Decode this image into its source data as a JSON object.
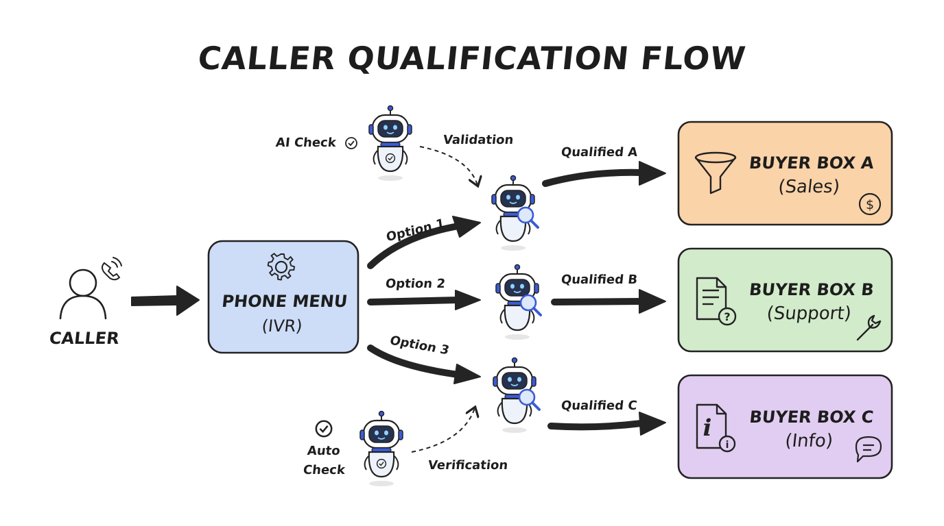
{
  "title": "CALLER QUALIFICATION FLOW",
  "caller": {
    "label": "CALLER",
    "icon": "person-phone-icon"
  },
  "ivr": {
    "line1": "PHONE MENU",
    "line2": "(IVR)",
    "icon": "gear-icon",
    "color": "#cddcf7"
  },
  "options": {
    "option1": "Option 1",
    "option2": "Option 2",
    "option3": "Option 3"
  },
  "checks": {
    "ai_check": "AI Check",
    "validation": "Validation",
    "auto_check_line1": "Auto",
    "auto_check_line2": "Check",
    "verification": "Verification"
  },
  "qualified": {
    "a": "Qualified A",
    "b": "Qualified B",
    "c": "Qualified C"
  },
  "buyer_boxes": [
    {
      "title": "BUYER BOX A",
      "subtitle": "(Sales)",
      "color": "#fbd3a8",
      "main_icon": "funnel-icon",
      "corner_icon": "dollar-icon"
    },
    {
      "title": "BUYER BOX B",
      "subtitle": "(Support)",
      "color": "#d2ebcb",
      "main_icon": "document-question-icon",
      "corner_icon": "wrench-icon"
    },
    {
      "title": "BUYER BOX C",
      "subtitle": "(Info)",
      "color": "#e1cdf1",
      "main_icon": "document-info-icon",
      "corner_icon": "chat-icon"
    }
  ]
}
